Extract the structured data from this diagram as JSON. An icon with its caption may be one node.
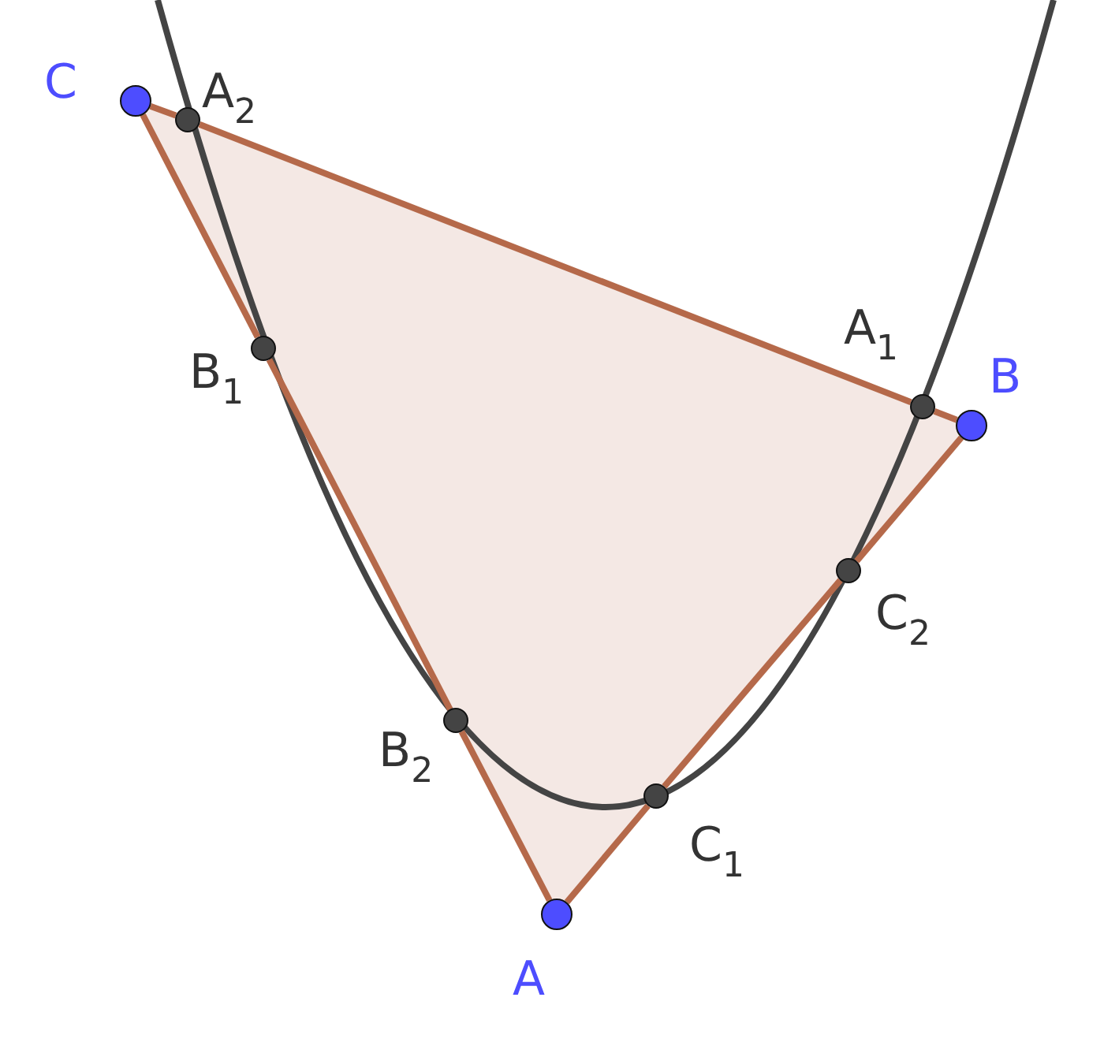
{
  "diagram": {
    "nodes": [
      {
        "text": [],
        "shape": "circle",
        "beside": [
          "C"
        ]
      },
      {
        "text": [],
        "shape": "circle",
        "beside": [
          "A$_{2}$"
        ]
      },
      {
        "text": [],
        "shape": "circle",
        "beside": [
          "B$_{1}$"
        ]
      },
      {
        "text": [],
        "shape": "circle",
        "beside": [
          "A$_{1}$"
        ]
      },
      {
        "text": [],
        "shape": "circle",
        "beside": [
          "B"
        ]
      },
      {
        "text": [],
        "shape": "circle",
        "beside": [
          "C$_{2}$"
        ]
      },
      {
        "text": [],
        "shape": "circle",
        "beside": [
          "B$_{2}$"
        ]
      },
      {
        "text": [],
        "shape": "circle",
        "beside": [
          "C$_{1}$"
        ]
      },
      {
        "text": [],
        "shape": "circle",
        "beside": [
          "A"
        ]
      }
    ],
    "edges": [
      {
        "from": 0,
        "to": 1,
        "arrow": "none"
      },
      {
        "from": 1,
        "to": 3,
        "arrow": "none"
      },
      {
        "from": 3,
        "to": 4,
        "arrow": "none"
      },
      {
        "from": 4,
        "to": 5,
        "arrow": "none"
      },
      {
        "from": 5,
        "to": 7,
        "arrow": "none"
      },
      {
        "from": 7,
        "to": 8,
        "arrow": "none"
      },
      {
        "from": 8,
        "to": 6,
        "arrow": "none"
      },
      {
        "from": 6,
        "to": 2,
        "arrow": "none"
      },
      {
        "from": 2,
        "to": 0,
        "arrow": "none"
      }
    ]
  }
}
